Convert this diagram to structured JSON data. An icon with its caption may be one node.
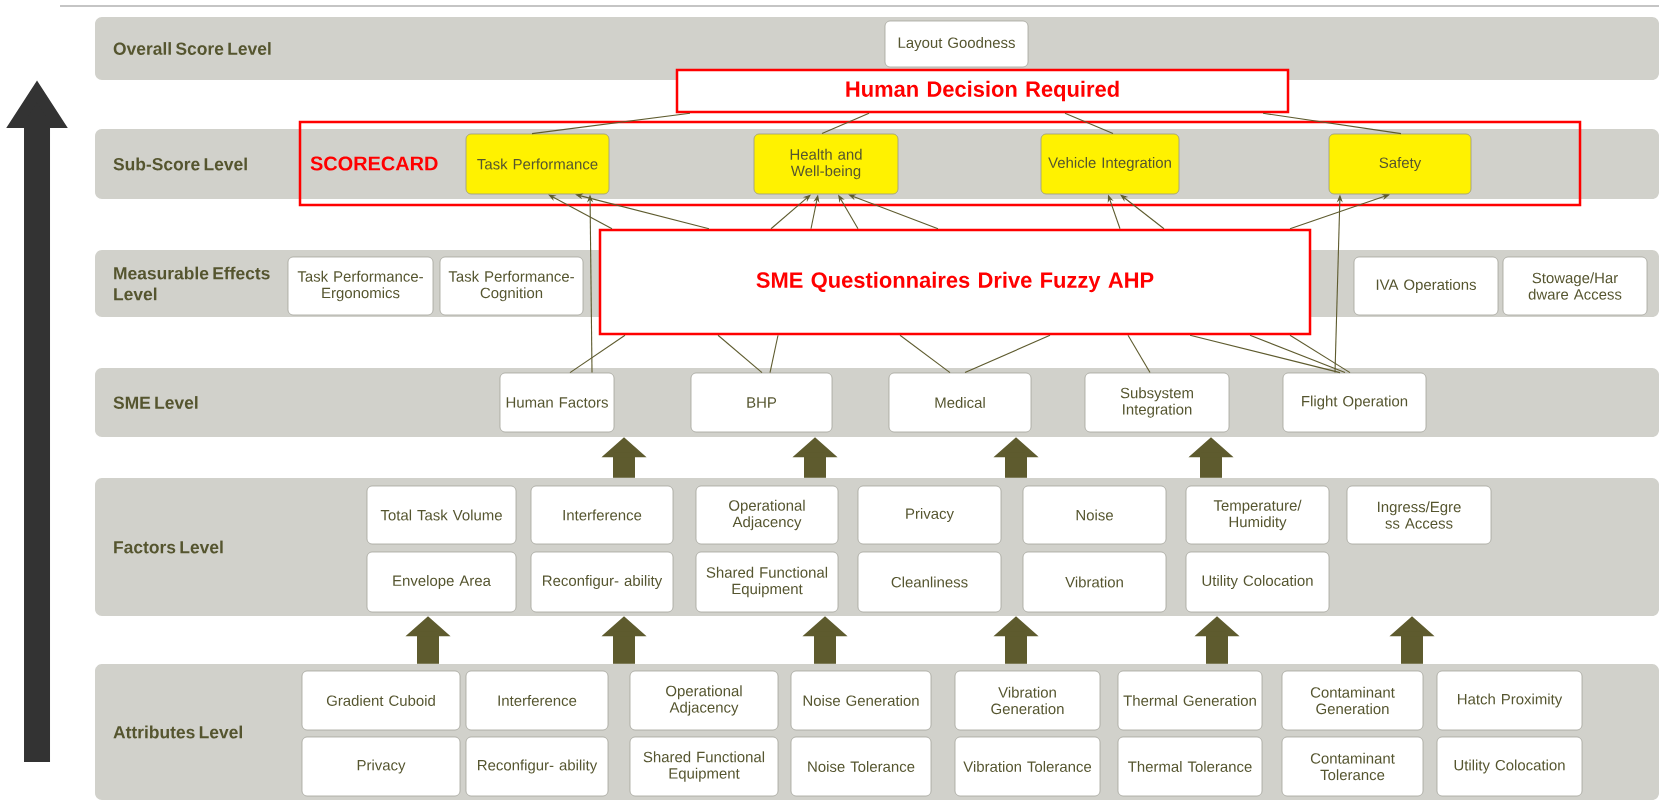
{
  "diagram": {
    "nodes": [
      {
        "text": [
          "Overall Score Level"
        ]
      },
      {
        "text": [
          "Layout Goodness"
        ],
        "in": 0
      },
      {
        "text": [
          "Human Decision Required"
        ]
      },
      {
        "text": [
          "Sub-Score Level"
        ]
      },
      {
        "text": [
          "SCORECARD"
        ]
      },
      {
        "text": [
          "Task Performance"
        ],
        "in": 4
      },
      {
        "text": [
          "Health and Well-being"
        ],
        "in": 4
      },
      {
        "text": [
          "Vehicle Integration"
        ],
        "in": 4
      },
      {
        "text": [
          "Safety"
        ],
        "in": 4
      },
      {
        "text": [
          "Measurable Effects Level"
        ]
      },
      {
        "text": [
          "Task Performance-Ergonomics"
        ],
        "in": 9
      },
      {
        "text": [
          "Task Performance-Cognition"
        ],
        "in": 9
      },
      {
        "text": [
          "SME Questionnaires Drive Fuzzy AHP"
        ]
      },
      {
        "text": [
          "IVA Operations"
        ],
        "in": 9
      },
      {
        "text": [
          "Stowage/Har dware Access"
        ],
        "in": 9
      },
      {
        "text": [
          "SME Level"
        ]
      },
      {
        "text": [
          "Human Factors"
        ],
        "in": 15
      },
      {
        "text": [
          "BHP"
        ],
        "in": 15
      },
      {
        "text": [
          "Medical"
        ],
        "in": 15
      },
      {
        "text": [
          "Subsystem Integration"
        ],
        "in": 15
      },
      {
        "text": [
          "Flight Operation"
        ],
        "in": 15
      },
      {
        "text": [
          "Factors Level"
        ]
      },
      {
        "text": [
          "Total Task Volume"
        ],
        "in": 21
      },
      {
        "text": [
          "Interference"
        ],
        "in": 21
      },
      {
        "text": [
          "Operational Adjacency"
        ],
        "in": 21
      },
      {
        "text": [
          "Privacy"
        ],
        "in": 21
      },
      {
        "text": [
          "Noise"
        ],
        "in": 21
      },
      {
        "text": [
          "Temperature/ Humidity"
        ],
        "in": 21
      },
      {
        "text": [
          "Ingress/Egre ss Access"
        ],
        "in": 21
      },
      {
        "text": [
          "Envelope Area"
        ],
        "in": 21
      },
      {
        "text": [
          "Reconfigur- ability"
        ],
        "in": 21
      },
      {
        "text": [
          "Shared Functional Equipment"
        ],
        "in": 21
      },
      {
        "text": [
          "Cleanliness"
        ],
        "in": 21
      },
      {
        "text": [
          "Vibration"
        ],
        "in": 21
      },
      {
        "text": [
          "Utility Colocation"
        ],
        "in": 21
      },
      {
        "text": [
          "Attributes Level"
        ]
      },
      {
        "text": [
          "Gradient Cuboid"
        ],
        "in": 35
      },
      {
        "text": [
          "Interference"
        ],
        "in": 35
      },
      {
        "text": [
          "Operational Adjacency"
        ],
        "in": 35
      },
      {
        "text": [
          "Noise Generation"
        ],
        "in": 35
      },
      {
        "text": [
          "Vibration Generation"
        ],
        "in": 35
      },
      {
        "text": [
          "Thermal Generation"
        ],
        "in": 35
      },
      {
        "text": [
          "Contaminant Generation"
        ],
        "in": 35
      },
      {
        "text": [
          "Hatch Proximity"
        ],
        "in": 35
      },
      {
        "text": [
          "Privacy"
        ],
        "in": 35
      },
      {
        "text": [
          "Reconfigur- ability"
        ],
        "in": 35
      },
      {
        "text": [
          "Shared Functional Equipment"
        ],
        "in": 35
      },
      {
        "text": [
          "Noise Tolerance"
        ],
        "in": 35
      },
      {
        "text": [
          "Vibration Tolerance"
        ],
        "in": 35
      },
      {
        "text": [
          "Thermal Tolerance"
        ],
        "in": 35
      },
      {
        "text": [
          "Contaminant Tolerance"
        ],
        "in": 35
      },
      {
        "text": [
          "Utility Colocation"
        ],
        "in": 35
      }
    ],
    "edges": [
      {
        "from": 2,
        "to": 5,
        "arrow": "none"
      },
      {
        "from": 2,
        "to": 6,
        "arrow": "none"
      },
      {
        "from": 2,
        "to": 7,
        "arrow": "none"
      },
      {
        "from": 2,
        "to": 8,
        "arrow": "none"
      },
      {
        "from": 16,
        "to": 5,
        "arrow": "to"
      },
      {
        "from": 16,
        "to": 12,
        "arrow": "none"
      },
      {
        "from": 17,
        "to": 12,
        "arrow": "none"
      },
      {
        "from": 17,
        "to": 12,
        "arrow": "none"
      },
      {
        "from": 18,
        "to": 12,
        "arrow": "none"
      },
      {
        "from": 18,
        "to": 12,
        "arrow": "none"
      },
      {
        "from": 19,
        "to": 12,
        "arrow": "none"
      },
      {
        "from": 20,
        "to": 12,
        "arrow": "none"
      },
      {
        "from": 20,
        "to": 12,
        "arrow": "none"
      },
      {
        "from": 20,
        "to": 12,
        "arrow": "none"
      },
      {
        "from": 20,
        "to": 8,
        "arrow": "to"
      },
      {
        "from": 12,
        "to": 5,
        "arrow": "to"
      },
      {
        "from": 12,
        "to": 5,
        "arrow": "to"
      },
      {
        "from": 12,
        "to": 6,
        "arrow": "to"
      },
      {
        "from": 12,
        "to": 6,
        "arrow": "to"
      },
      {
        "from": 12,
        "to": 6,
        "arrow": "to"
      },
      {
        "from": 12,
        "to": 6,
        "arrow": "to"
      },
      {
        "from": 12,
        "to": 7,
        "arrow": "to"
      },
      {
        "from": 12,
        "to": 7,
        "arrow": "to"
      },
      {
        "from": 12,
        "to": 8,
        "arrow": "to"
      },
      {
        "from": 35,
        "to": 21,
        "arrow": "to",
        "style": "thick"
      },
      {
        "from": 35,
        "to": 21,
        "arrow": "to",
        "style": "thick"
      },
      {
        "from": 35,
        "to": 21,
        "arrow": "to",
        "style": "thick"
      },
      {
        "from": 35,
        "to": 21,
        "arrow": "to",
        "style": "thick"
      },
      {
        "from": 35,
        "to": 21,
        "arrow": "to",
        "style": "thick"
      },
      {
        "from": 35,
        "to": 21,
        "arrow": "to",
        "style": "thick"
      },
      {
        "from": 21,
        "to": 15,
        "arrow": "to",
        "style": "thick"
      },
      {
        "from": 21,
        "to": 15,
        "arrow": "to",
        "style": "thick"
      },
      {
        "from": 21,
        "to": 15,
        "arrow": "to",
        "style": "thick"
      },
      {
        "from": 21,
        "to": 15,
        "arrow": "to",
        "style": "thick"
      }
    ]
  }
}
